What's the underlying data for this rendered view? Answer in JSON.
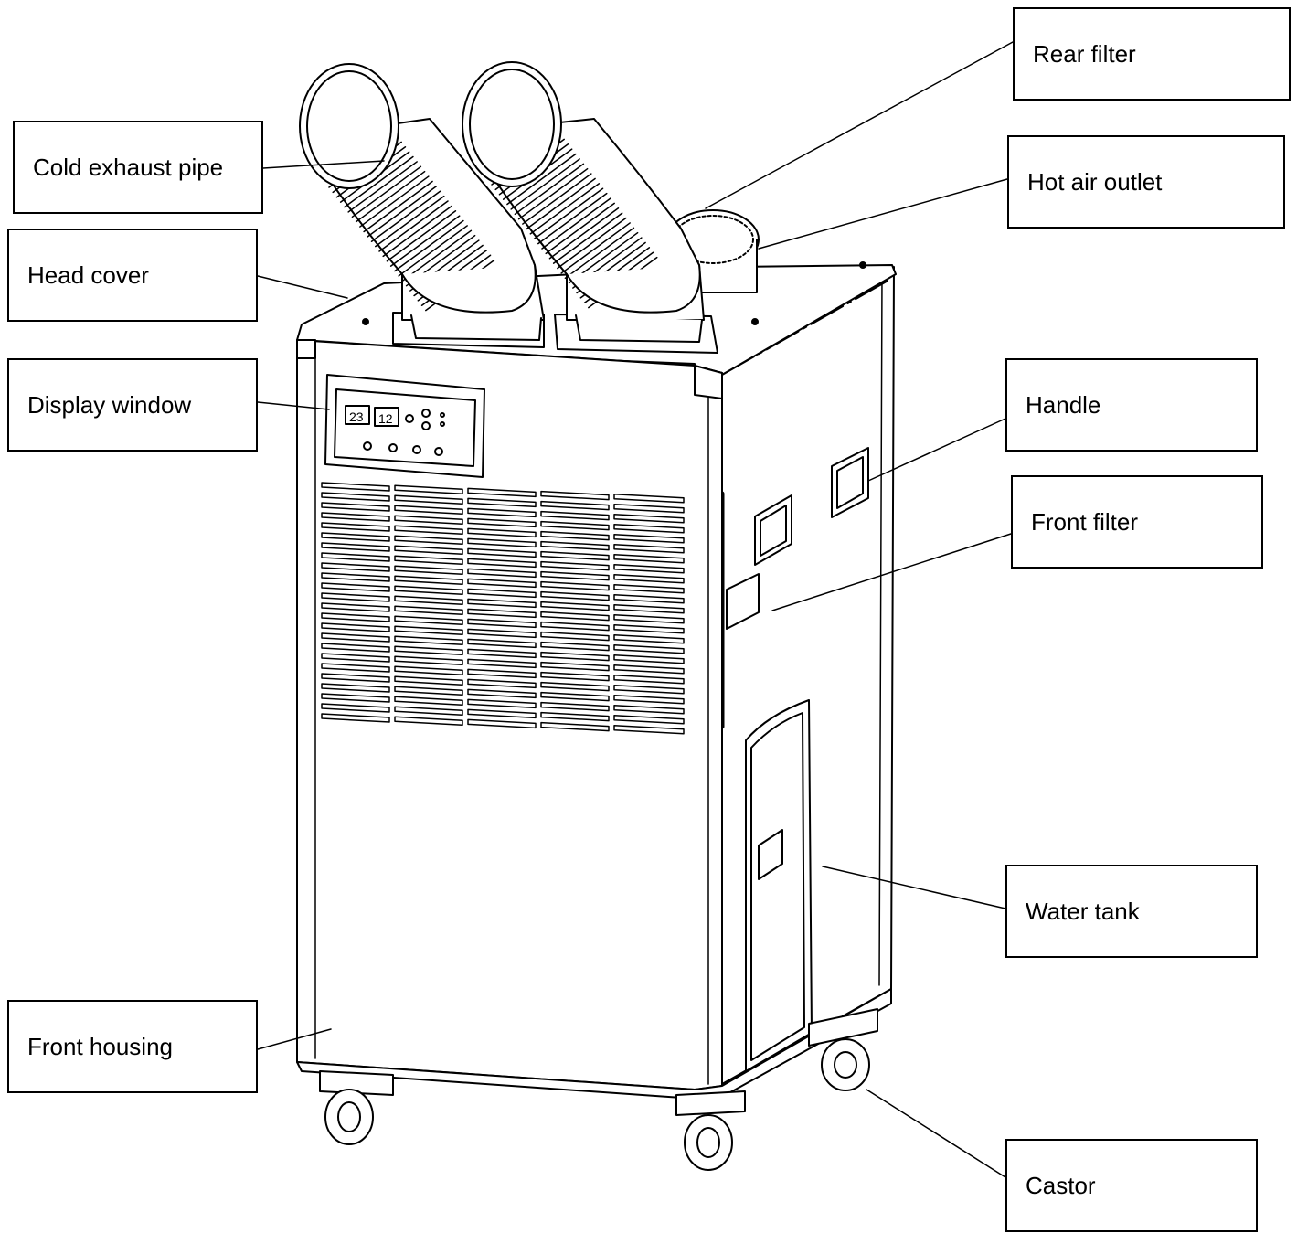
{
  "labels": {
    "cold_exhaust_pipe": "Cold exhaust pipe",
    "head_cover": "Head cover",
    "display_window": "Display window",
    "front_housing": "Front housing",
    "rear_filter": "Rear filter",
    "hot_air_outlet": "Hot air outlet",
    "handle": "Handle",
    "front_filter": "Front filter",
    "water_tank": "Water tank",
    "castor": "Castor"
  },
  "display": {
    "left_digits": "23",
    "right_digits": "12"
  },
  "colors": {
    "line": "#000000",
    "background": "#ffffff"
  }
}
